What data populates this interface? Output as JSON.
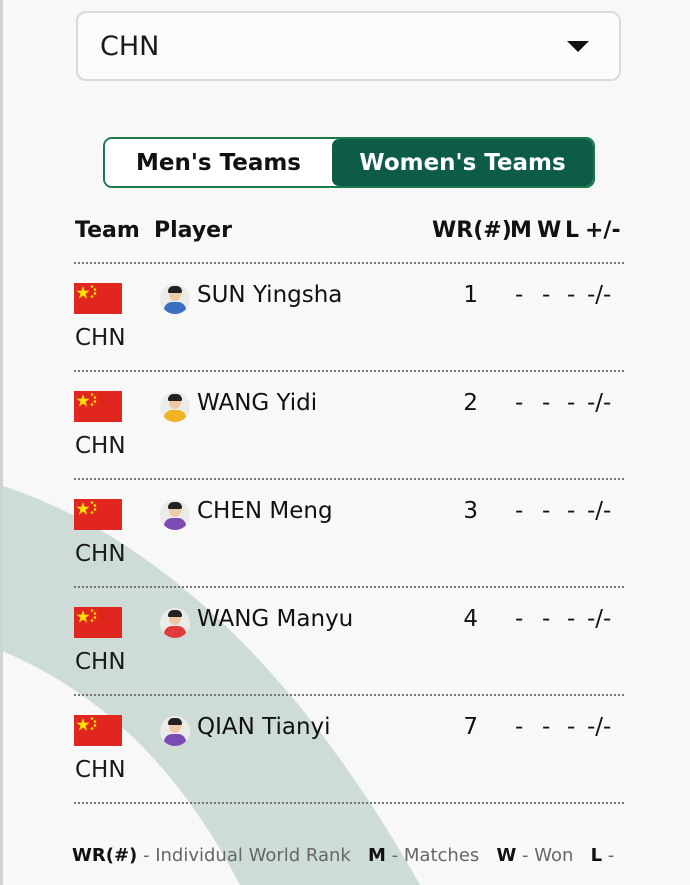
{
  "country_select": {
    "value": "CHN"
  },
  "tabs": [
    {
      "label": "Men's Teams",
      "active": false
    },
    {
      "label": "Women's Teams",
      "active": true
    }
  ],
  "table": {
    "headers": {
      "team": "Team",
      "player": "Player",
      "wr": "WR(#)",
      "m": "M",
      "w": "W",
      "l": "L",
      "pm": "+/-"
    },
    "rows": [
      {
        "team": "CHN",
        "player": "SUN Yingsha",
        "wr": "1",
        "m": "-",
        "w": "-",
        "l": "-",
        "pm": "-/-",
        "jersey": "#3b6fc2"
      },
      {
        "team": "CHN",
        "player": "WANG Yidi",
        "wr": "2",
        "m": "-",
        "w": "-",
        "l": "-",
        "pm": "-/-",
        "jersey": "#f0b323"
      },
      {
        "team": "CHN",
        "player": "CHEN Meng",
        "wr": "3",
        "m": "-",
        "w": "-",
        "l": "-",
        "pm": "-/-",
        "jersey": "#7a4bb3"
      },
      {
        "team": "CHN",
        "player": "WANG Manyu",
        "wr": "4",
        "m": "-",
        "w": "-",
        "l": "-",
        "pm": "-/-",
        "jersey": "#e23b3b"
      },
      {
        "team": "CHN",
        "player": "QIAN Tianyi",
        "wr": "7",
        "m": "-",
        "w": "-",
        "l": "-",
        "pm": "-/-",
        "jersey": "#7a4bb3"
      }
    ]
  },
  "legend": {
    "wr_abbr": "WR(#)",
    "wr_text": " - Individual World Rank",
    "m_abbr": "M",
    "m_text": " - Matches",
    "w_abbr": "W",
    "w_text": " - Won",
    "l_abbr": "L",
    "l_text": " -"
  },
  "colors": {
    "accent": "#0d5c48",
    "toggle_border": "#1b7a4a",
    "flag_red": "#e0261f",
    "flag_star": "#ffde00",
    "swoosh": "#c9d8d3"
  },
  "icons": {
    "dropdown": "chevron-down-icon",
    "flag": "china-flag-icon",
    "avatar": "player-avatar-icon"
  }
}
